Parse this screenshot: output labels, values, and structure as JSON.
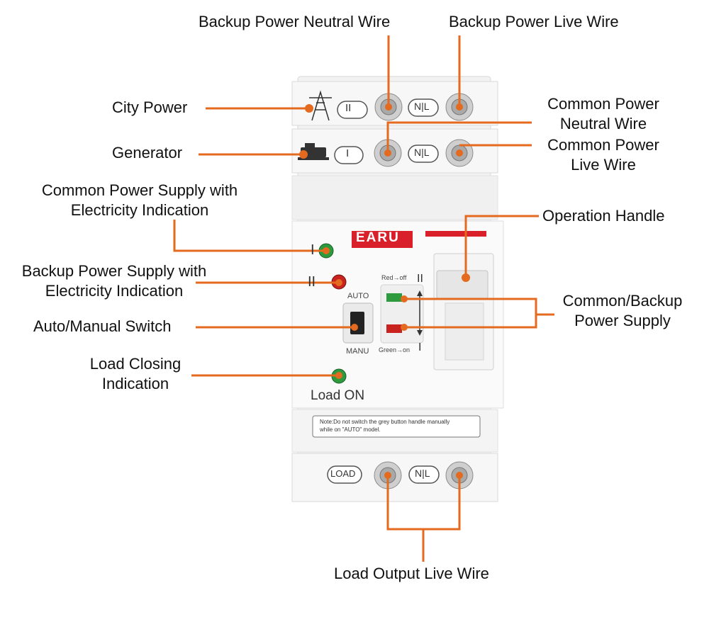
{
  "labels": {
    "backup_neutral": "Backup Power Neutral Wire",
    "backup_live": "Backup Power Live Wire",
    "city_power": "City Power",
    "generator": "Generator",
    "common_neutral_1": "Common Power",
    "common_neutral_2": "Neutral Wire",
    "common_live_1": "Common Power",
    "common_live_2": "Live Wire",
    "common_indication_1": "Common Power Supply with",
    "common_indication_2": "Electricity Indication",
    "operation_handle": "Operation Handle",
    "backup_indication_1": "Backup Power Supply with",
    "backup_indication_2": "Electricity Indication",
    "common_backup_1": "Common/Backup",
    "common_backup_2": "Power Supply",
    "auto_manual": "Auto/Manual Switch",
    "load_closing_1": "Load Closing",
    "load_closing_2": "Indication",
    "load_output": "Load Output Live Wire"
  },
  "device": {
    "brand": "EARU",
    "terminal_NL": "N|L",
    "mark_II": "II",
    "mark_I": "I",
    "red_off": "Red→off",
    "green_on": "Green→on",
    "auto": "AUTO",
    "manu": "MANU",
    "load_on": "Load ON",
    "load_tag": "LOAD",
    "note_1": "Note:Do not switch the grey button handle manually",
    "note_2": "while on \"AUTO\" model."
  },
  "colors": {
    "leader": "#e36a1e",
    "brand_red": "#d9202a",
    "led_green": "#2e9a3e",
    "led_red": "#c8231e"
  }
}
